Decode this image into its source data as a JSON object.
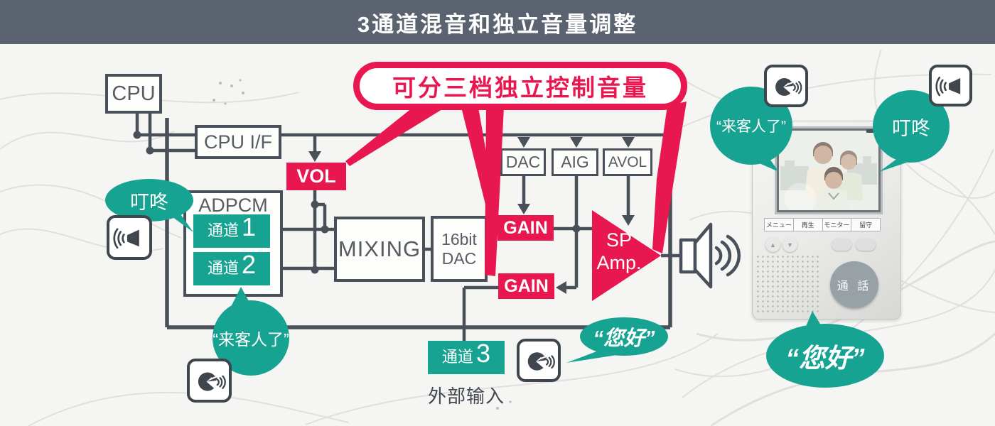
{
  "header": {
    "title": "3通道混音和独立音量调整",
    "bg": "#5b6370"
  },
  "callout": {
    "text": "可分三档独立控制音量"
  },
  "blocks": {
    "cpu": "CPU",
    "cpu_if": "CPU I/F",
    "vol": "VOL",
    "adpcm": "ADPCM",
    "mixing": "MIXING",
    "dac16": [
      "16bit",
      "DAC"
    ],
    "dac": "DAC",
    "aig": "AIG",
    "avol": "AVOL",
    "gain": "GAIN",
    "sp_amp": [
      "SP",
      "Amp."
    ],
    "channels": [
      {
        "label": "通道",
        "num": "1"
      },
      {
        "label": "通道",
        "num": "2"
      },
      {
        "label": "通道",
        "num": "3"
      }
    ],
    "external_input": "外部输入"
  },
  "bubbles": {
    "dingdong_left": "叮咚",
    "guest_left": "“来客人了”",
    "nihao_small": "“您好”",
    "guest_right": "“来客人了”",
    "dingdong_right": "叮咚",
    "nihao_big": "“您好”"
  },
  "device": {
    "buttons": [
      "メニュー",
      "再生",
      "モニター",
      "留守"
    ],
    "talk_button": "通 話"
  },
  "icons": [
    "speaker-sound-icon",
    "talking-person-icon",
    "loudspeaker-output-icon"
  ],
  "colors": {
    "teal": "#17a392",
    "pink": "#e8174f",
    "line": "#49505a",
    "header_bg": "#5b6370",
    "background": "#f5f5f3"
  }
}
